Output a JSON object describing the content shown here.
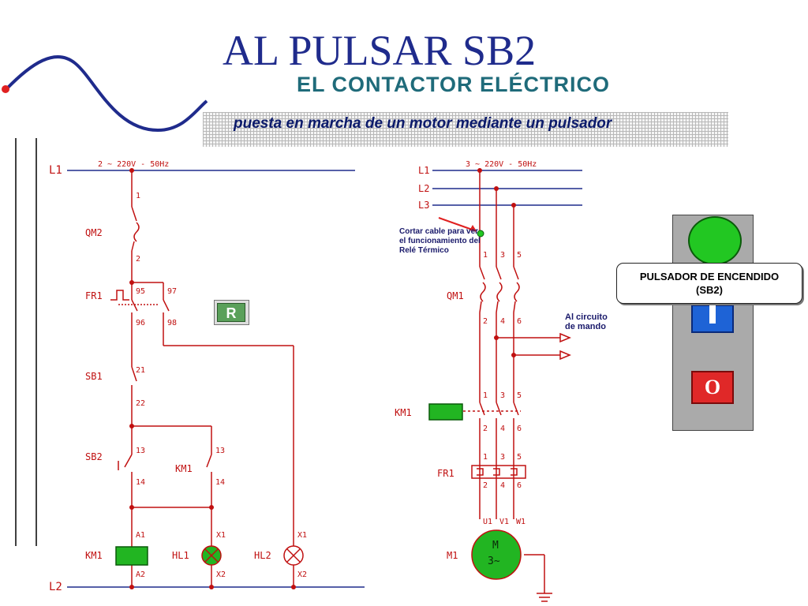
{
  "header": {
    "title": "AL PULSAR SB2",
    "subtitle": "EL CONTACTOR ELÉCTRICO",
    "description": "puesta en marcha de un motor mediante un pulsador"
  },
  "control_circuit": {
    "line_top": "L1",
    "line_bottom": "L2",
    "supply": "2 ~ 220V - 50Hz",
    "qm2": {
      "label": "QM2",
      "t1": "1",
      "t2": "2"
    },
    "fr1": {
      "label": "FR1",
      "t95": "95",
      "t96": "96",
      "t97": "97",
      "t98": "98"
    },
    "sb1": {
      "label": "SB1",
      "t1": "21",
      "t2": "22"
    },
    "sb2": {
      "label": "SB2",
      "t1": "13",
      "t2": "14"
    },
    "km1_contact": {
      "label": "KM1",
      "t1": "13",
      "t2": "14"
    },
    "km1_coil": {
      "label": "KM1",
      "t1": "A1",
      "t2": "A2"
    },
    "hl1": {
      "label": "HL1",
      "t1": "X1",
      "t2": "X2"
    },
    "hl2": {
      "label": "HL2",
      "t1": "X1",
      "t2": "X2"
    },
    "reset_button": "R"
  },
  "power_circuit": {
    "supply": "3 ~ 220V - 50Hz",
    "lines": [
      "L1",
      "L2",
      "L3"
    ],
    "note": "Cortar cable para ver el funcionamiento del Relé Térmico",
    "qm1": {
      "label": "QM1",
      "top": [
        "1",
        "3",
        "5"
      ],
      "bottom": [
        "2",
        "4",
        "6"
      ]
    },
    "km1": {
      "label": "KM1",
      "top": [
        "1",
        "3",
        "5"
      ],
      "bottom": [
        "2",
        "4",
        "6"
      ]
    },
    "fr1": {
      "label": "FR1",
      "top": [
        "1",
        "3",
        "5"
      ],
      "bottom": [
        "2",
        "4",
        "6"
      ]
    },
    "motor_terminals": [
      "U1",
      "V1",
      "W1"
    ],
    "motor_label": "M1",
    "motor_symbol": "M",
    "motor_type": "3~",
    "mando_note": "Al circuito de mando"
  },
  "panel": {
    "callout": "PULSADOR DE ENCENDIDO",
    "callout_sub": "(SB2)",
    "stop_label": "O",
    "colors": {
      "start": "#22c722",
      "on": "#1e63d6",
      "stop": "#e02828"
    }
  },
  "colors": {
    "wire": "#c01010",
    "line": "#1f2b8c",
    "coil": "#22b522",
    "title": "#1f2b8c"
  }
}
